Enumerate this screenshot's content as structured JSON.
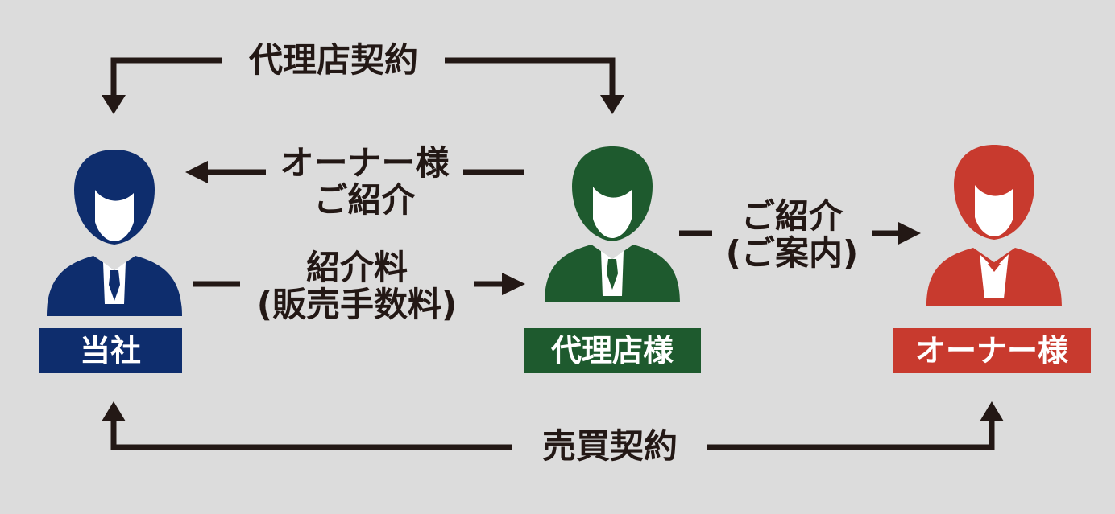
{
  "labels": {
    "agency_contract": "代理店契約",
    "owner_referral_line1": "オーナー様",
    "owner_referral_line2": "ご紹介",
    "fee_line1": "紹介料",
    "fee_line2": "(販売手数料)",
    "referral_line1": "ご紹介",
    "referral_line2": "(ご案内)",
    "sales_contract": "売買契約"
  },
  "nodes": {
    "company": {
      "label": "当社",
      "color": "#0e2d6d"
    },
    "agency": {
      "label": "代理店様",
      "color": "#1e5a2e"
    },
    "owner": {
      "label": "オーナー様",
      "color": "#c83a2e"
    }
  },
  "colors": {
    "background": "#dcdcdc",
    "arrow": "#231815"
  }
}
